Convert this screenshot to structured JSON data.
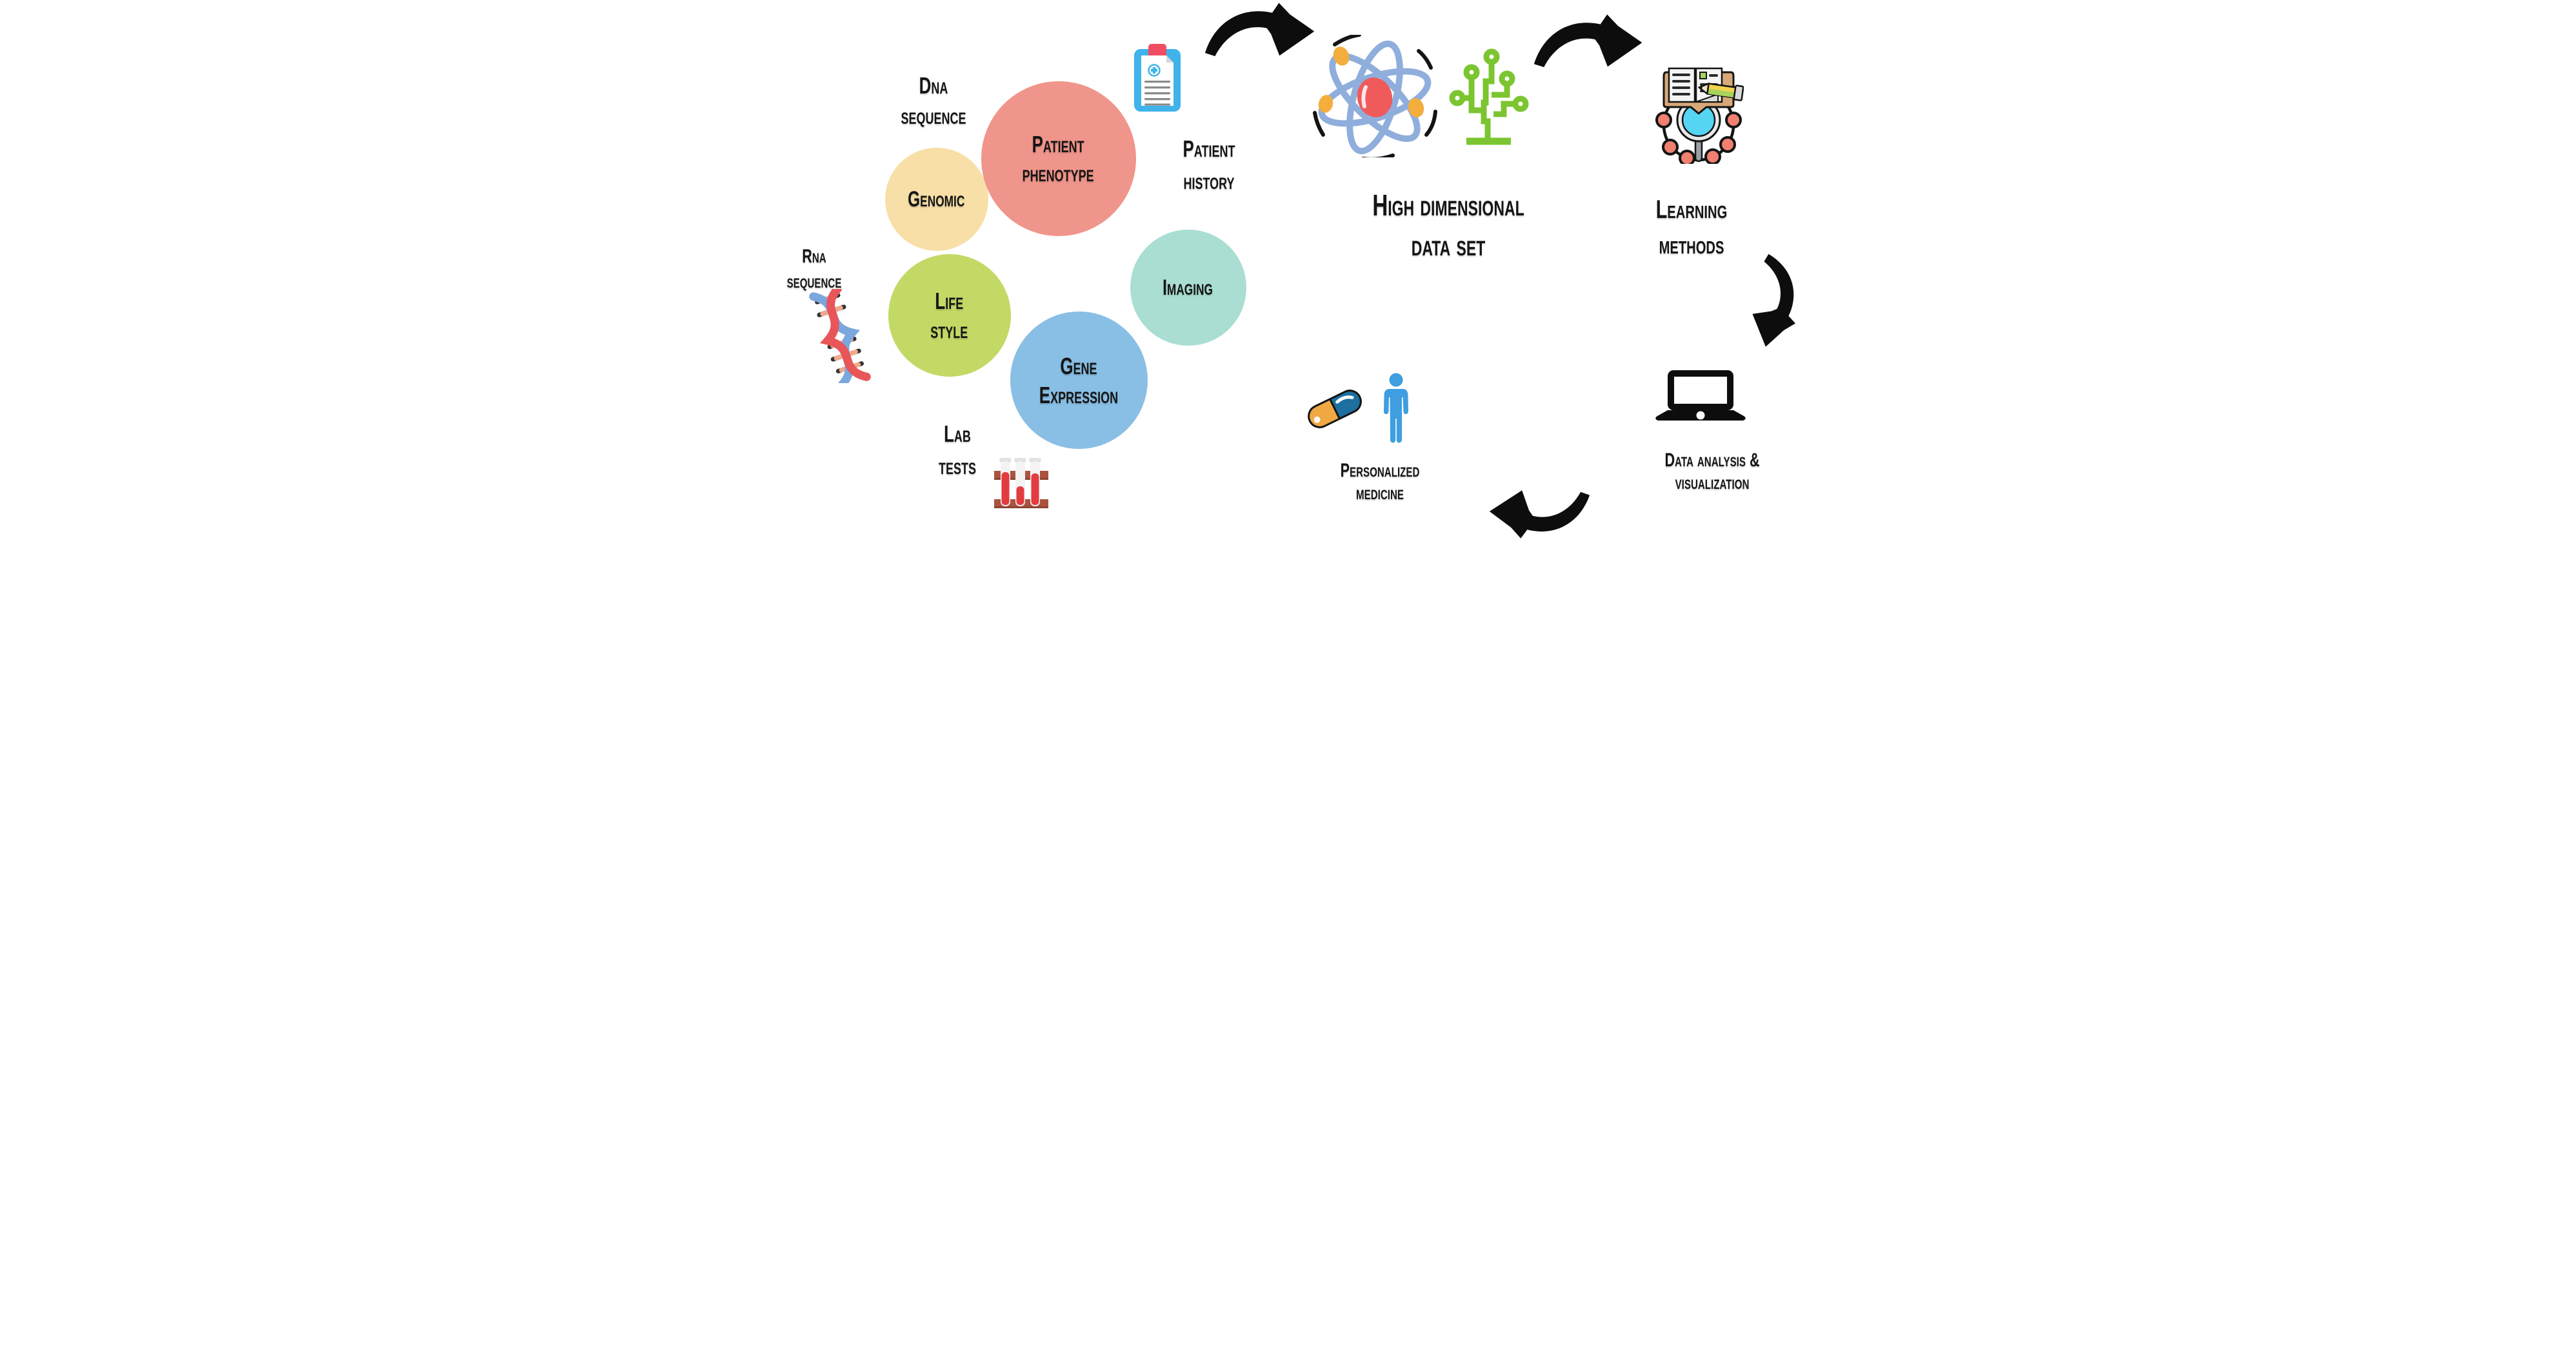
{
  "background": "#ffffff",
  "text_color": "#151515",
  "data_sources": {
    "circles": [
      {
        "name": "genomic",
        "fill": "#F7DFA7",
        "lines": [
          "Genomic"
        ]
      },
      {
        "name": "patient-phenotype",
        "fill": "#F0958B",
        "lines": [
          "Patient",
          "phenotype"
        ]
      },
      {
        "name": "life-style",
        "fill": "#C3D966",
        "lines": [
          "Life",
          "style"
        ]
      },
      {
        "name": "imaging",
        "fill": "#AADED3",
        "lines": [
          "Imaging"
        ]
      },
      {
        "name": "gene-expression",
        "fill": "#89BFE5",
        "lines": [
          "Gene",
          "Expression"
        ]
      }
    ],
    "annotations": [
      {
        "name": "dna-sequence",
        "icon": "none",
        "lines": [
          "Dna",
          "sequence"
        ]
      },
      {
        "name": "rna-sequence",
        "icon": "dna-helix-icon",
        "lines": [
          "Rna",
          "sequence"
        ]
      },
      {
        "name": "patient-history",
        "icon": "medical-clipboard-icon",
        "lines": [
          "Patient",
          "history"
        ]
      },
      {
        "name": "lab-tests",
        "icon": "test-tube-rack-icon",
        "lines": [
          "Lab",
          "tests"
        ]
      }
    ]
  },
  "stages": {
    "hub": {
      "icons": [
        "atom-icon",
        "circuit-tree-icon"
      ],
      "lines": [
        "High dimensional",
        "data set"
      ]
    },
    "learning": {
      "icons": [
        "book-magnifier-network-icon"
      ],
      "lines": [
        "Learning",
        "methods"
      ]
    },
    "analysis": {
      "icons": [
        "laptop-icon"
      ],
      "lines": [
        "Data analysis &",
        "visualization"
      ]
    },
    "outcome": {
      "icons": [
        "pill-capsule-icon",
        "person-icon"
      ],
      "lines": [
        "Personalized",
        "medicine"
      ]
    }
  },
  "arrows": [
    {
      "name": "arrow-sources-to-hub",
      "direction": "right"
    },
    {
      "name": "arrow-hub-to-learning",
      "direction": "right"
    },
    {
      "name": "arrow-learning-to-analysis",
      "direction": "down"
    },
    {
      "name": "arrow-analysis-to-outcome",
      "direction": "left"
    }
  ],
  "palette": {
    "arrow_black": "#0d0d0d",
    "clipboard_blue": "#3FB3EA",
    "clip_pink": "#F04D63",
    "helix_blue": "#7BA7DC",
    "helix_red": "#E8565A",
    "rung_peach": "#F2A98C",
    "rack_brown": "#AA5340",
    "liquid_red": "#E23B40",
    "atom_orbit_blue": "#8FAEDC",
    "nucleus_red": "#F05A5A",
    "electron_orange": "#F3AE3D",
    "tree_green": "#7CC531",
    "node_coral": "#F08070",
    "lens_cyan": "#55D5F2",
    "book_tan": "#D8A878",
    "pencil_yellow": "#F3D44F",
    "pencil_green": "#A6D45C",
    "pill_orange": "#F0A843",
    "pill_blue": "#1C6F9F",
    "person_blue": "#3E9EE0"
  }
}
